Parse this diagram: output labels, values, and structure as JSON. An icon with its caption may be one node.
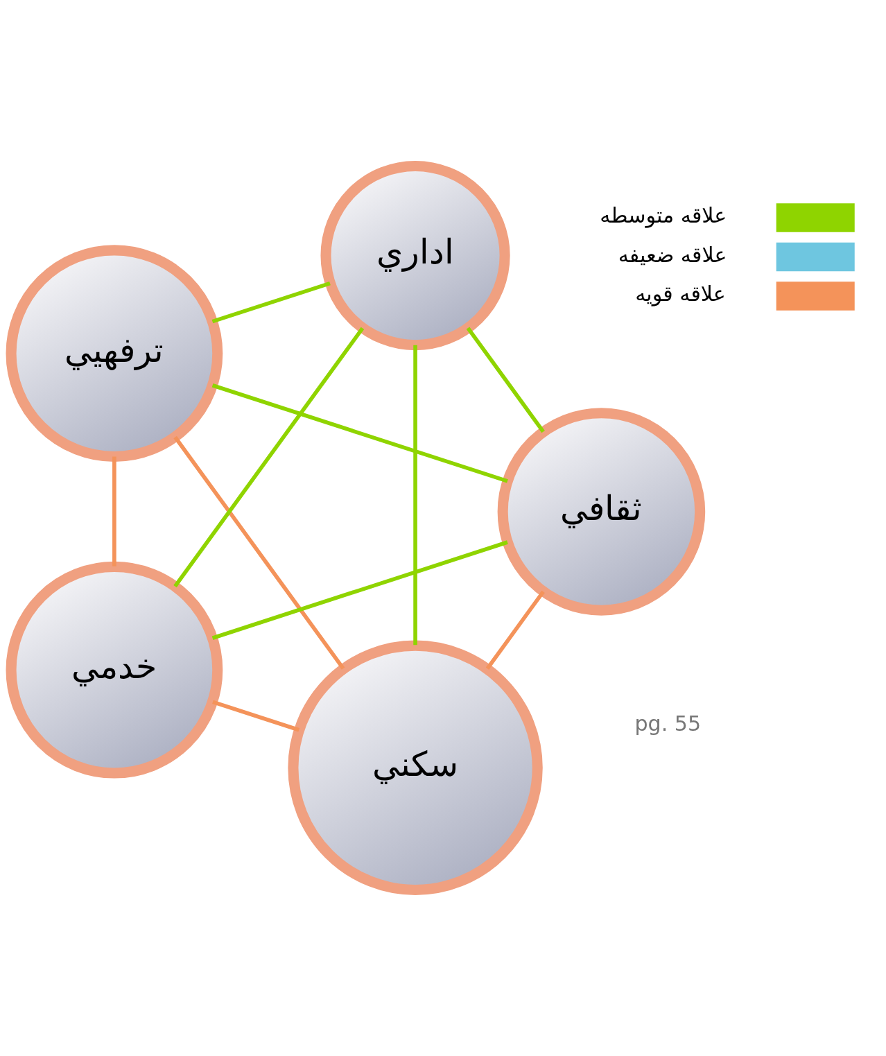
{
  "diagram": {
    "nodes": [
      {
        "text": [
          "سكني"
        ]
      },
      {
        "text": [
          "ثقافي"
        ]
      },
      {
        "text": [
          "ترفهيي"
        ]
      },
      {
        "text": [
          "اداري"
        ]
      },
      {
        "text": [
          "خدمي"
        ]
      }
    ],
    "edges": [
      {
        "from": 1,
        "to": 0,
        "arrow": "none",
        "color": "#f4935a"
      },
      {
        "from": 1,
        "to": 2,
        "arrow": "none"
      },
      {
        "from": 1,
        "to": 4,
        "arrow": "none"
      },
      {
        "from": 1,
        "to": 3,
        "arrow": "none"
      },
      {
        "from": 0,
        "to": 2,
        "arrow": "none",
        "color": "#f4935a"
      },
      {
        "from": 0,
        "to": 4,
        "arrow": "none",
        "color": "#f4935a"
      },
      {
        "from": 0,
        "to": 3,
        "arrow": "none"
      },
      {
        "from": 2,
        "to": 3,
        "arrow": "none"
      },
      {
        "from": 2,
        "to": 4,
        "arrow": "none",
        "color": "#f4935a"
      },
      {
        "from": 3,
        "to": 4,
        "arrow": "none"
      }
    ],
    "labels": [
      "pg. 55"
    ],
    "legend": [
      {
        "text": "علاقه متوسطه",
        "color": "#8fd400"
      },
      {
        "text": "علاقه ضعيفه",
        "color": "#6ec6e0"
      },
      {
        "text": "علاقه قويه",
        "color": "#f4935a"
      }
    ]
  }
}
